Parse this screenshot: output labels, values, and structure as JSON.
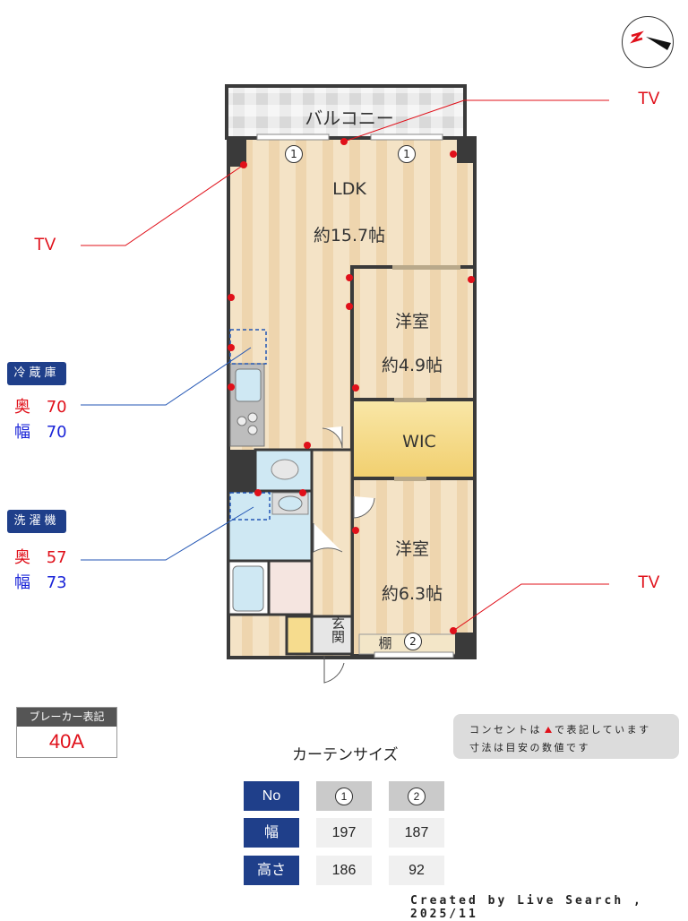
{
  "compass": {
    "north_label": "N",
    "direction": "north-west (pointing left)"
  },
  "floorplan": {
    "balcony": {
      "label": "バルコニー"
    },
    "rooms": [
      {
        "id": "ldk",
        "name": "LDK",
        "size": "約15.7帖"
      },
      {
        "id": "western1",
        "name": "洋室",
        "size": "約4.9帖"
      },
      {
        "id": "wic",
        "name": "WIC",
        "size": ""
      },
      {
        "id": "western2",
        "name": "洋室",
        "size": "約6.3帖"
      },
      {
        "id": "entrance",
        "name": "玄関",
        "size": ""
      },
      {
        "id": "shelf",
        "name": "棚",
        "size": ""
      }
    ],
    "window_markers": [
      "1",
      "1",
      "2"
    ],
    "tv_labels": [
      "TV",
      "TV",
      "TV"
    ],
    "colors": {
      "outlet": "#e0101a",
      "floor": "#f2dfc0",
      "wic": "#f6dc8e",
      "wet": "#cfe8f3",
      "wall": "#3a3a3a"
    }
  },
  "legend": {
    "fridge": {
      "title": "冷蔵庫",
      "depth_label": "奥",
      "depth": "70",
      "width_label": "幅",
      "width": "70"
    },
    "washer": {
      "title": "洗濯機",
      "depth_label": "奥",
      "depth": "57",
      "width_label": "幅",
      "width": "73"
    }
  },
  "breaker": {
    "label": "ブレーカー表記",
    "value": "40A"
  },
  "note": {
    "line1_pre": "コンセントは",
    "line1_post": "で表記しています",
    "line2": "寸法は目安の数値です"
  },
  "curtain": {
    "title": "カーテンサイズ",
    "headers": [
      "No",
      "幅",
      "高さ"
    ],
    "columns": [
      {
        "no": "1",
        "width": "197",
        "height": "186"
      },
      {
        "no": "2",
        "width": "187",
        "height": "92"
      }
    ]
  },
  "footer": {
    "credit": "Created by Live Search , 2025/11"
  }
}
